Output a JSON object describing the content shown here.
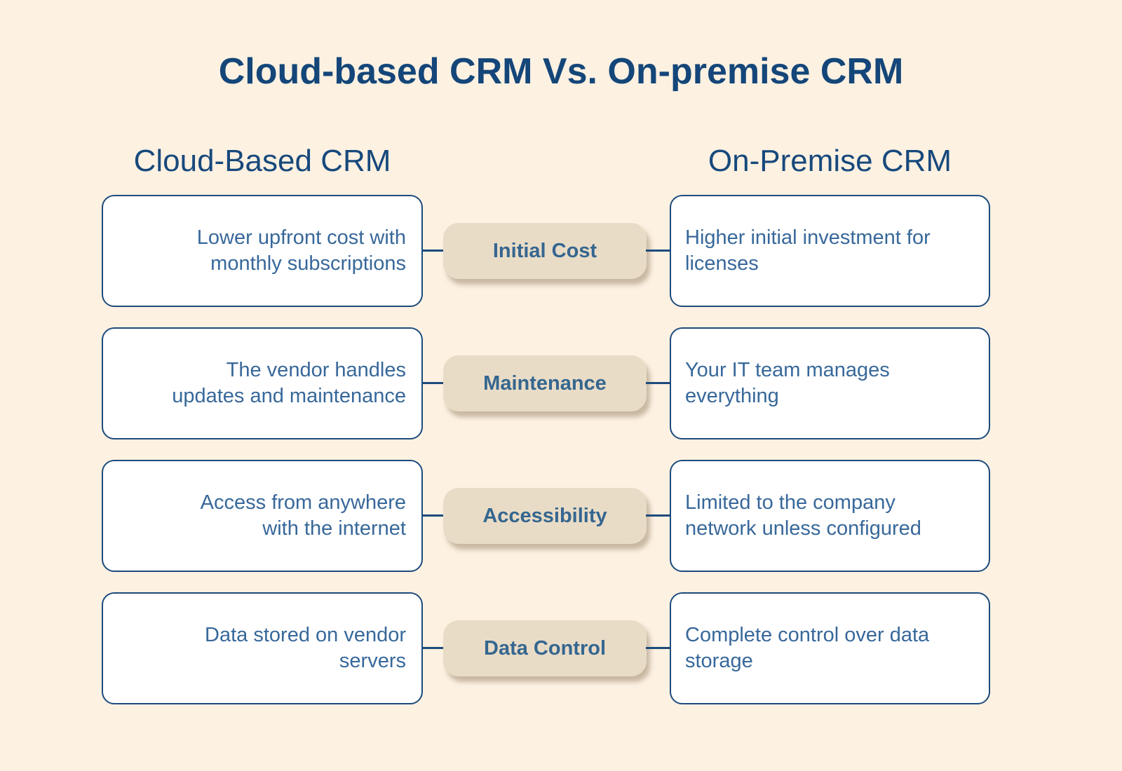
{
  "title": "Cloud-based CRM Vs. On-premise CRM",
  "columns": {
    "left": "Cloud-Based CRM",
    "right": "On-Premise CRM"
  },
  "rows": [
    {
      "category": "Initial Cost",
      "cloud": "Lower upfront cost with\nmonthly subscriptions",
      "onprem": "Higher initial investment for\nlicenses"
    },
    {
      "category": "Maintenance",
      "cloud": "The vendor handles\nupdates and maintenance",
      "onprem": "Your IT team manages\neverything"
    },
    {
      "category": "Accessibility",
      "cloud": "Access from anywhere\nwith the internet",
      "onprem": "Limited to the company\nnetwork unless configured"
    },
    {
      "category": "Data Control",
      "cloud": "Data stored on vendor\nservers",
      "onprem": "Complete control over data\nstorage"
    }
  ],
  "colors": {
    "background": "#fdf1e2",
    "card_background": "#ffffff",
    "card_border": "#1d4b7c",
    "title_text": "#144679",
    "header_text": "#17497c",
    "body_text": "#38689a",
    "pill_background": "#e9dcc7",
    "pill_text": "#35668f",
    "pill_shadow": "rgba(147,127,99,0.5)",
    "connector": "#1d4b7c"
  }
}
